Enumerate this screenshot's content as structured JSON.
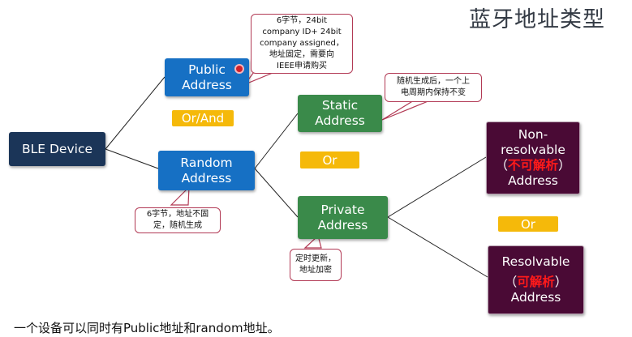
{
  "title": "蓝牙地址类型",
  "nodes": {
    "ble_device": "BLE Device",
    "public_address": [
      "Public",
      "Address"
    ],
    "random_address": [
      "Random",
      "Address"
    ],
    "static_address": [
      "Static",
      "Address"
    ],
    "private_address": [
      "Private",
      "Address"
    ],
    "non_resolvable": {
      "line1": "Non-",
      "line2": "resolvable",
      "open": "（",
      "red": "不可解析",
      "close": "）",
      "line4": "Address"
    },
    "resolvable": {
      "line1": "Resolvable",
      "open": "（",
      "red": "可解析",
      "close": "）",
      "line3": "Address"
    }
  },
  "connectors": {
    "or_and": "Or/And",
    "or_static_private": "Or",
    "or_resolvable": "Or"
  },
  "notes": {
    "public": [
      "6字节，24bit",
      "company ID+ 24bit",
      "company assigned，",
      "地址固定，需要向",
      "IEEE申请购买"
    ],
    "random": [
      "6字节，地址不固",
      "定，随机生成"
    ],
    "static": [
      "随机生成后，一个上",
      "电周期内保持不变"
    ],
    "private": [
      "定时更新，",
      "地址加密"
    ]
  },
  "footer": "一个设备可以同时有Public地址和random地址。",
  "colors": {
    "device": "#1b3558",
    "blue": "#1670c4",
    "green": "#3a8a4a",
    "plum": "#4a0a35",
    "tag": "#f5b90a",
    "red": "#ff1a1a"
  }
}
